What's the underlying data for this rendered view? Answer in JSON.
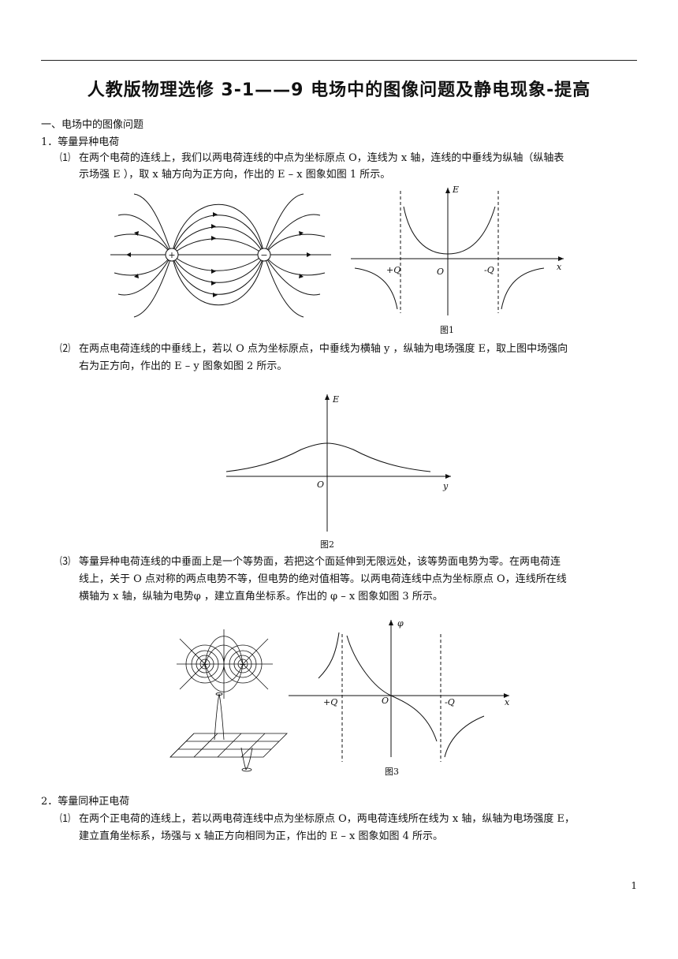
{
  "title": "人教版物理选修 3-1——9 电场中的图像问题及静电现象-提高",
  "section1": {
    "heading": "一、电场中的图像问题",
    "sub1": {
      "heading": "1．等量异种电荷",
      "item1_num": "⑴",
      "item1_l1": "在两个电荷的连线上，我们以两电荷连线的中点为坐标原点 O，连线为 x 轴，连线的中垂线为纵轴（纵轴表",
      "item1_l2": "示场强 E ），取 x 轴方向为正方向，作出的 E – x 图象如图 1 所示。",
      "item2_num": "⑵",
      "item2_l1": "在两点电荷连线的中垂线上，若以 O 点为坐标原点，中垂线为横轴 y ，纵轴为电场强度 E，取上图中场强向",
      "item2_l2": "右为正方向，作出的 E – y 图象如图 2 所示。",
      "item3_num": "⑶",
      "item3_l1": "等量异种电荷连线的中垂面上是一个等势面，若把这个面延伸到无限远处，该等势面电势为零。在两电荷连",
      "item3_l2": "线上，关于 O 点对称的两点电势不等，但电势的绝对值相等。以两电荷连线中点为坐标原点 O，连线所在线",
      "item3_l3": "横轴为 x 轴，纵轴为电势φ ，建立直角坐标系。作出的 φ – x 图象如图 3 所示。"
    },
    "sub2": {
      "heading": "2．等量同种正电荷",
      "item1_num": "⑴",
      "item1_l1": "在两个正电荷的连线上，若以两电荷连线中点为坐标原点 O，两电荷连线所在线为 x 轴，纵轴为电场强度 E，",
      "item1_l2": "建立直角坐标系，场强与 x 轴正方向相同为正，作出的 E – x 图象如图 4 所示。"
    }
  },
  "fig1": {
    "caption": "图1",
    "axis_x": "x",
    "axis_y": "E",
    "origin": "O",
    "label_pos": "+Q",
    "label_neg": "-Q",
    "charge_pos": "+",
    "charge_neg": "−"
  },
  "fig2": {
    "caption": "图2",
    "axis_x": "y",
    "axis_y": "E",
    "origin": "O"
  },
  "fig3": {
    "caption": "图3",
    "axis_x": "x",
    "axis_y": "φ",
    "origin": "O",
    "label_pos": "+Q",
    "label_neg": "-Q"
  },
  "page_number": "1"
}
